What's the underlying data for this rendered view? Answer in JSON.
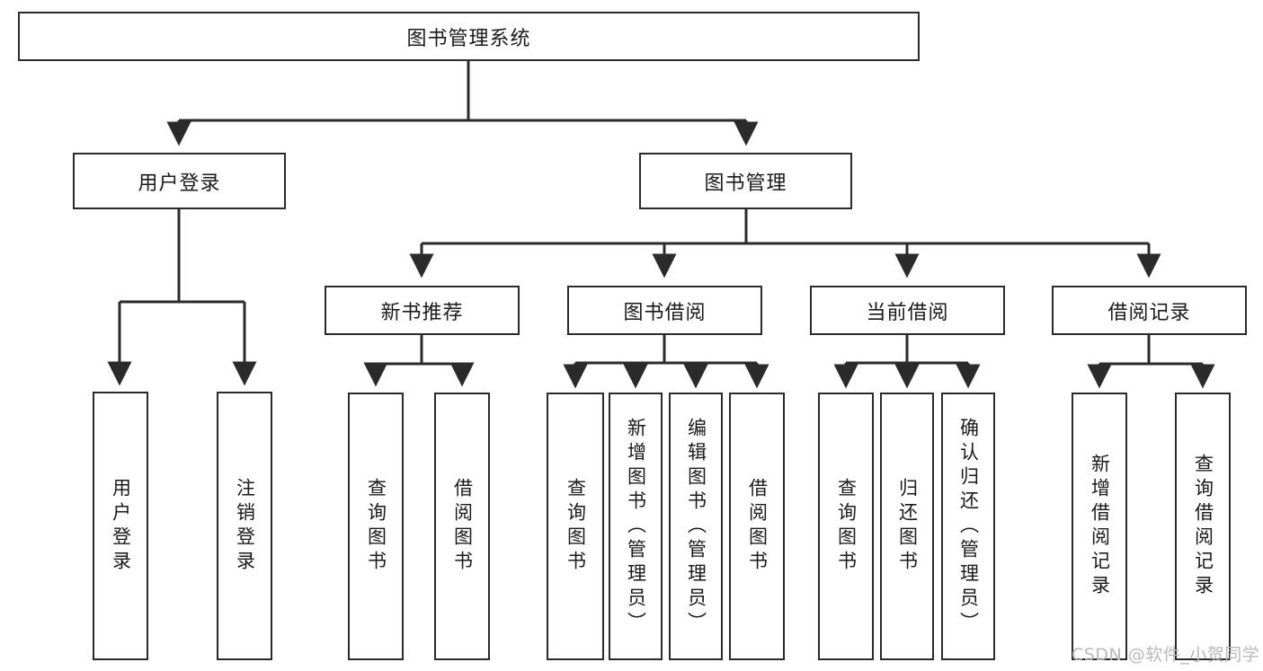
{
  "diagram": {
    "type": "tree",
    "title": "图书管理系统",
    "orientation": "top-down",
    "colors": {
      "box_border": "#2b2b2b",
      "box_fill": "#ffffff",
      "connector": "#2b2b2b",
      "text": "#1a1a1a",
      "watermark": "#b9b9b9"
    },
    "nodes": {
      "root": {
        "label": "图书管理系统",
        "level": 1
      },
      "level2": [
        {
          "id": "user-login",
          "label": "用户登录"
        },
        {
          "id": "book-manage",
          "label": "图书管理"
        }
      ],
      "level3": [
        {
          "id": "new-book-rec",
          "label": "新书推荐",
          "parent": "book-manage"
        },
        {
          "id": "book-borrow",
          "label": "图书借阅",
          "parent": "book-manage"
        },
        {
          "id": "current-borrow",
          "label": "当前借阅",
          "parent": "book-manage"
        },
        {
          "id": "borrow-record",
          "label": "借阅记录",
          "parent": "book-manage"
        }
      ],
      "leaves": [
        {
          "id": "leaf-user-login",
          "label": "用户登录",
          "parent": "user-login"
        },
        {
          "id": "leaf-user-logout",
          "label": "注销登录",
          "parent": "user-login"
        },
        {
          "id": "leaf-query-book-1",
          "label": "查询图书",
          "parent": "new-book-rec"
        },
        {
          "id": "leaf-borrow-book-1",
          "label": "借阅图书",
          "parent": "new-book-rec"
        },
        {
          "id": "leaf-query-book-2",
          "label": "查询图书",
          "parent": "book-borrow"
        },
        {
          "id": "leaf-add-book",
          "label": "新增图书（管理员）",
          "parent": "book-borrow"
        },
        {
          "id": "leaf-edit-book",
          "label": "编辑图书（管理员）",
          "parent": "book-borrow"
        },
        {
          "id": "leaf-borrow-book-2",
          "label": "借阅图书",
          "parent": "book-borrow"
        },
        {
          "id": "leaf-query-book-3",
          "label": "查询图书",
          "parent": "current-borrow"
        },
        {
          "id": "leaf-return-book",
          "label": "归还图书",
          "parent": "current-borrow"
        },
        {
          "id": "leaf-confirm-return",
          "label": "确认归还（管理员）",
          "parent": "current-borrow"
        },
        {
          "id": "leaf-add-record",
          "label": "新增借阅记录",
          "parent": "borrow-record"
        },
        {
          "id": "leaf-query-record",
          "label": "查询借阅记录",
          "parent": "borrow-record"
        }
      ]
    },
    "watermark": "CSDN @软件_小贺同学"
  }
}
